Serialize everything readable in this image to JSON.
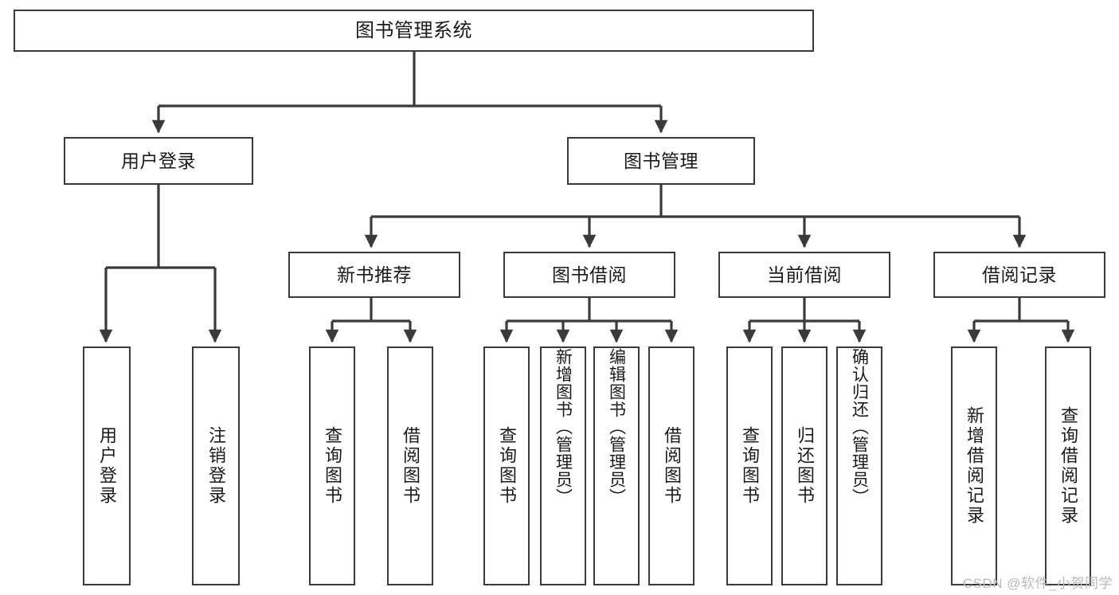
{
  "diagram": {
    "title": "图书管理系统",
    "type": "functional-structure-tree",
    "watermark": "CSDN @软件_小贺同学",
    "colors": {
      "stroke": "#3a3a3a",
      "fill": "#ffffff",
      "text": "#1a1a1a",
      "watermark": "#b9b9b9"
    }
  },
  "nodes": {
    "root": {
      "label": "图书管理系统"
    },
    "level2": [
      {
        "id": "user-login",
        "label": "用户登录"
      },
      {
        "id": "book-manage",
        "label": "图书管理"
      }
    ],
    "level3": [
      {
        "id": "new-book-recommend",
        "label": "新书推荐"
      },
      {
        "id": "book-borrow",
        "label": "图书借阅"
      },
      {
        "id": "current-borrow",
        "label": "当前借阅"
      },
      {
        "id": "borrow-record",
        "label": "借阅记录"
      }
    ],
    "leaves": {
      "user_login": [
        {
          "id": "leaf-user-login",
          "label": "用户登录"
        },
        {
          "id": "leaf-logout",
          "label": "注销登录"
        }
      ],
      "new_book_recommend": [
        {
          "id": "leaf-query-book-1",
          "label": "查询图书"
        },
        {
          "id": "leaf-borrow-book-1",
          "label": "借阅图书"
        }
      ],
      "book_borrow": [
        {
          "id": "leaf-query-book-2",
          "label": "查询图书"
        },
        {
          "id": "leaf-add-book",
          "label": "新增图书（管理员）"
        },
        {
          "id": "leaf-edit-book",
          "label": "编辑图书（管理员）"
        },
        {
          "id": "leaf-borrow-book-2",
          "label": "借阅图书"
        }
      ],
      "current_borrow": [
        {
          "id": "leaf-query-book-3",
          "label": "查询图书"
        },
        {
          "id": "leaf-return-book",
          "label": "归还图书"
        },
        {
          "id": "leaf-confirm-return",
          "label": "确认归还（管理员）"
        }
      ],
      "borrow_record": [
        {
          "id": "leaf-add-record",
          "label": "新增借阅记录"
        },
        {
          "id": "leaf-query-record",
          "label": "查询借阅记录"
        }
      ]
    }
  }
}
